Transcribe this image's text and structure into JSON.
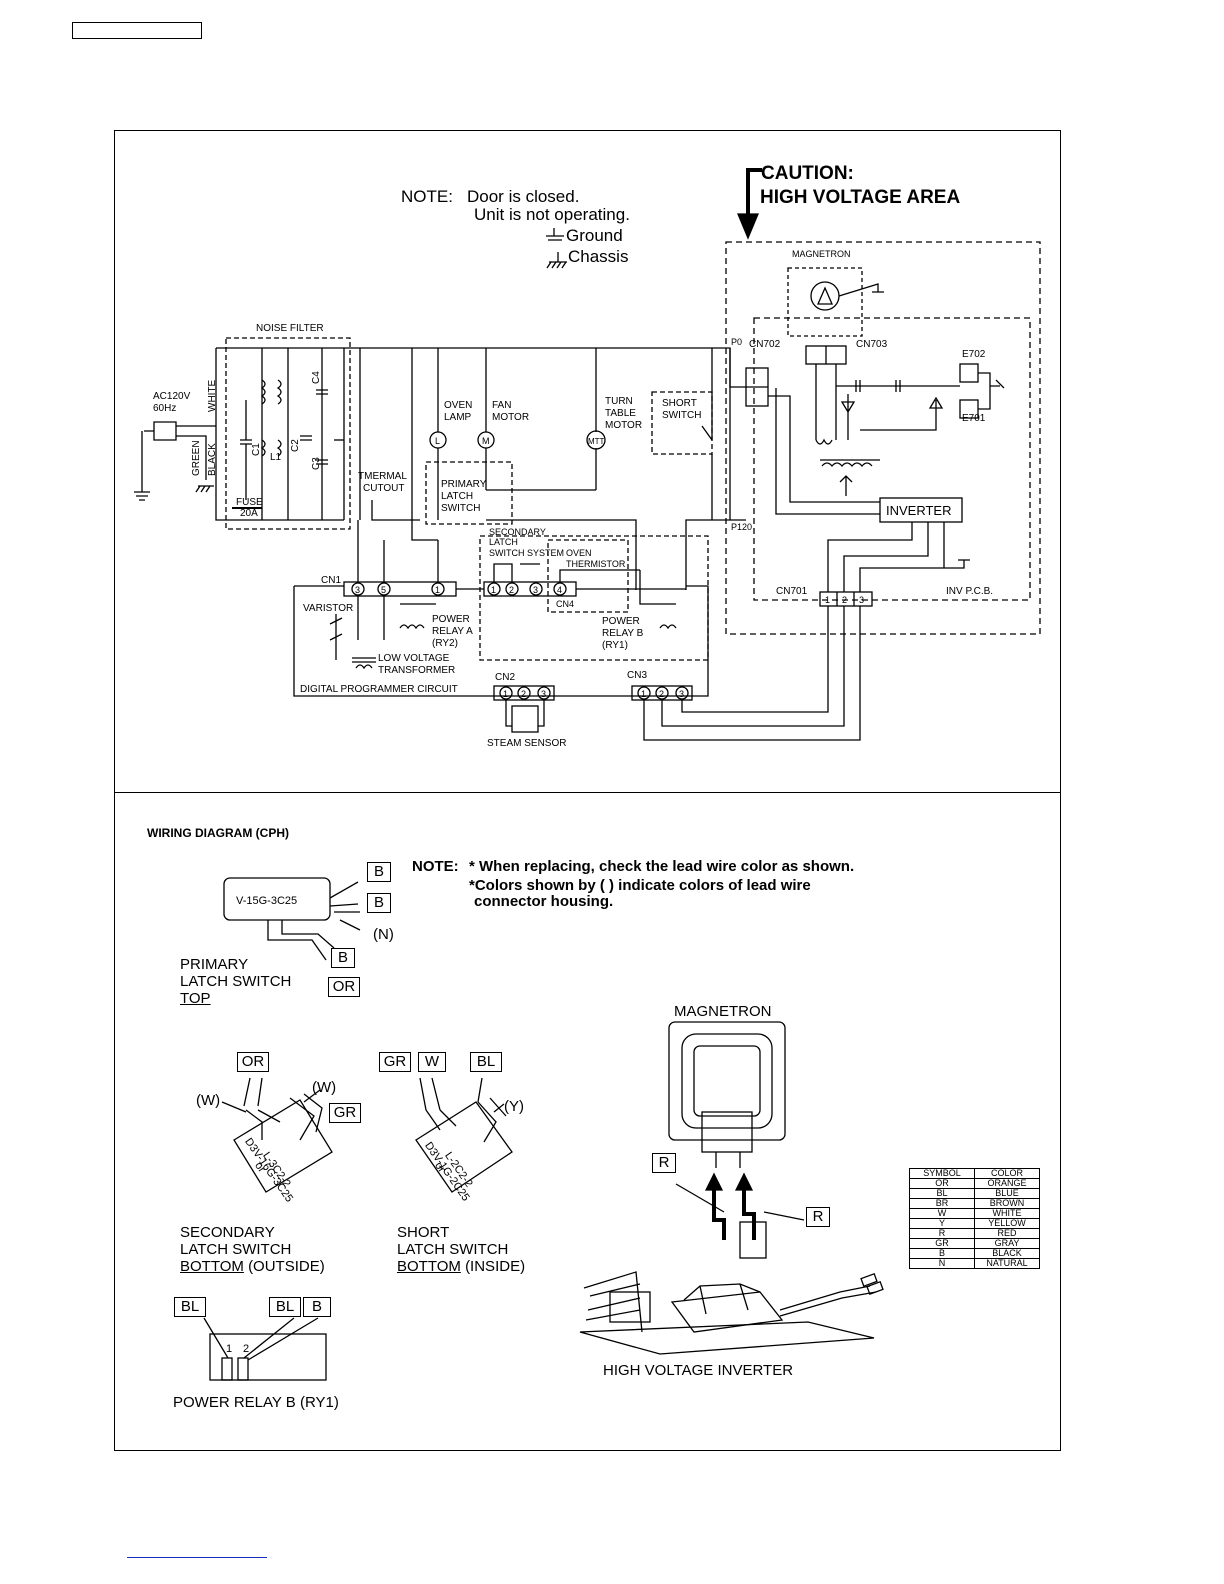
{
  "schematic": {
    "note": {
      "prefix": "NOTE:",
      "line1": "Door is closed.",
      "line2": "Unit is not operating.",
      "ground": "Ground",
      "chassis": "Chassis"
    },
    "caution": {
      "line1": "CAUTION:",
      "line2": "HIGH VOLTAGE AREA"
    },
    "labels": {
      "noise_filter": "NOISE FILTER",
      "ac_in_1": "AC120V",
      "ac_in_2": "60Hz",
      "white": "WHITE",
      "green": "GREEN",
      "black": "BLACK",
      "c1": "C1",
      "l1": "L1",
      "c2": "C2",
      "c3": "C3",
      "c4": "C4",
      "fuse_1": "FUSE",
      "fuse_2": "20A",
      "thermal_1": "TMERMAL",
      "thermal_2": "CUTOUT",
      "oven_lamp_1": "OVEN",
      "oven_lamp_2": "LAMP",
      "fan_motor_1": "FAN",
      "fan_motor_2": "MOTOR",
      "turntable_1": "TURN",
      "turntable_2": "TABLE",
      "turntable_3": "MOTOR",
      "short_switch_1": "SHORT",
      "short_switch_2": "SWITCH",
      "primary_latch_1": "PRIMARY",
      "primary_latch_2": "LATCH",
      "primary_latch_3": "SWITCH",
      "secondary_latch_1": "SECONDARY",
      "secondary_latch_2": "LATCH",
      "secondary_latch_3": "SWITCH SYSTEM",
      "oven_thermistor_1": "OVEN",
      "oven_thermistor_2": "THERMISTOR",
      "cn1": "CN1",
      "cn2": "CN2",
      "cn3": "CN3",
      "cn4": "CN4",
      "varistor": "VARISTOR",
      "power_relay_a_1": "POWER",
      "power_relay_a_2": "RELAY A",
      "power_relay_a_3": "(RY2)",
      "power_relay_b_1": "POWER",
      "power_relay_b_2": "RELAY B",
      "power_relay_b_3": "(RY1)",
      "low_voltage_1": "LOW VOLTAGE",
      "low_voltage_2": "TRANSFORMER",
      "digital_programmer": "DIGITAL PROGRAMMER CIRCUIT",
      "steam_sensor": "STEAM SENSOR",
      "magnetron": "MAGNETRON",
      "cn702": "CN702",
      "cn703": "CN703",
      "cn701": "CN701",
      "p0": "P0",
      "p120": "P120",
      "e702": "E702",
      "e701": "E701",
      "inverter": "INVERTER",
      "inv_pcb": "INV P.C.B.",
      "l": "L",
      "m": "M",
      "mtt": "MTT"
    },
    "cn1_pins": [
      "3",
      "5",
      "1"
    ],
    "cn4_pins": [
      "1",
      "2",
      "3",
      "4"
    ],
    "cn2_pins": [
      "1",
      "2",
      "3"
    ],
    "cn3_pins": [
      "1",
      "2",
      "3"
    ],
    "cn701_pins": [
      "1",
      "2",
      "3"
    ]
  },
  "wiring": {
    "title": "WIRING DIAGRAM (CPH)",
    "note_prefix": "NOTE:",
    "note_line1": "* When replacing, check the lead wire color as shown.",
    "note_line2": "*Colors shown by ( ) indicate colors of lead wire",
    "note_line3": "connector housing.",
    "primary": {
      "part": "V-15G-3C25",
      "tags": [
        "B",
        "B",
        "B",
        "OR"
      ],
      "housing": "(N)",
      "label1": "PRIMARY",
      "label2": "LATCH SWITCH",
      "label3": "TOP"
    },
    "secondary": {
      "tags": [
        "OR",
        "GR"
      ],
      "housing_left": "(W)",
      "housing_right": "(W)",
      "part1": "L-3C2-2",
      "part2": "or",
      "part3": "D3V-16G-3C25",
      "label1": "SECONDARY",
      "label2": "LATCH SWITCH",
      "label3a": "BOTTOM",
      "label3b": "(OUTSIDE)"
    },
    "short": {
      "tags": [
        "GR",
        "W",
        "BL"
      ],
      "housing": "(Y)",
      "part1": "L-2C2-2",
      "part2": "or",
      "part3": "D3V-1G-2C25",
      "label1": "SHORT",
      "label2": "LATCH SWITCH",
      "label3a": "BOTTOM",
      "label3b": "(INSIDE)"
    },
    "relay_b": {
      "tags": [
        "BL",
        "BL",
        "B"
      ],
      "pin1": "1",
      "pin2": "2",
      "label": "POWER RELAY B (RY1)"
    },
    "magnetron": {
      "title": "MAGNETRON",
      "tags": [
        "R",
        "R"
      ]
    },
    "inverter_label": "HIGH VOLTAGE INVERTER",
    "color_table": {
      "headers": [
        "SYMBOL",
        "COLOR"
      ],
      "rows": [
        [
          "OR",
          "ORANGE"
        ],
        [
          "BL",
          "BLUE"
        ],
        [
          "BR",
          "BROWN"
        ],
        [
          "W",
          "WHITE"
        ],
        [
          "Y",
          "YELLOW"
        ],
        [
          "R",
          "RED"
        ],
        [
          "GR",
          "GRAY"
        ],
        [
          "B",
          "BLACK"
        ],
        [
          "N",
          "NATURAL"
        ]
      ]
    }
  }
}
